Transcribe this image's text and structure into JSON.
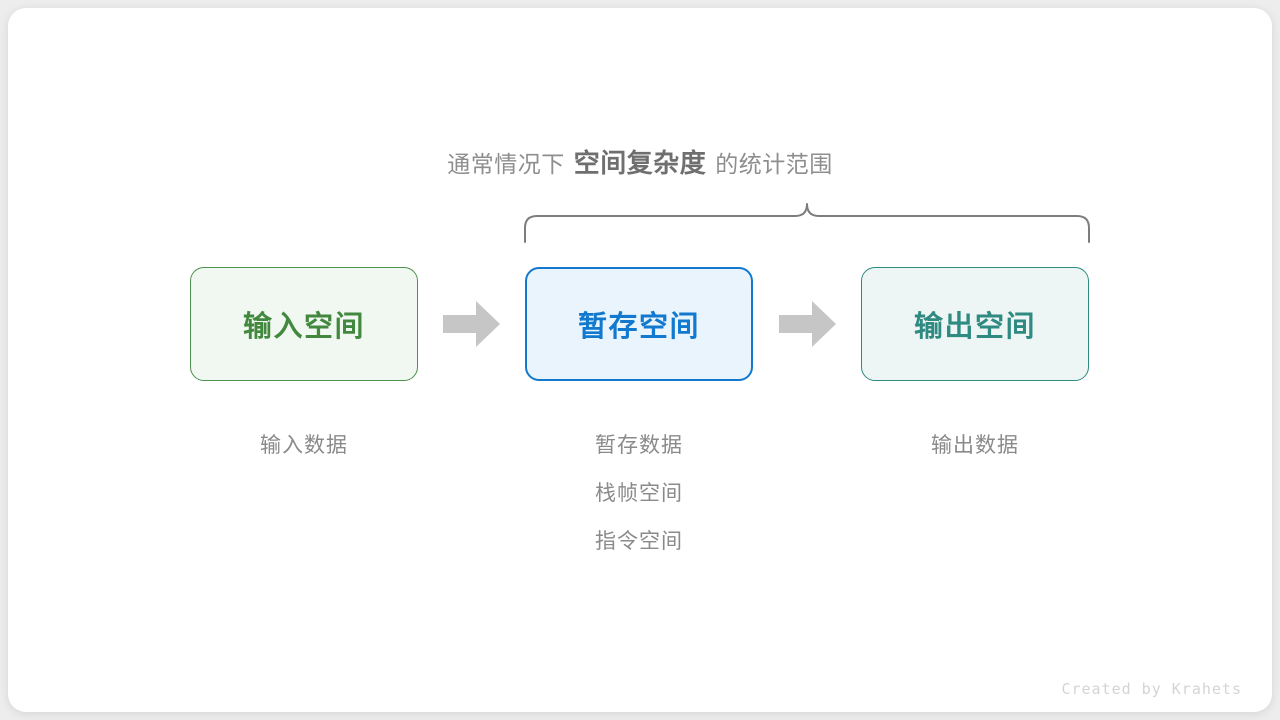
{
  "diagram": {
    "caption": {
      "prefix": "通常情况下",
      "emphasis": "空间复杂度",
      "suffix": "的统计范围"
    },
    "boxes": [
      {
        "id": "input-space",
        "title": "输入空间",
        "border_color": "#4f8f4f",
        "fill_color": "#f1f8f1",
        "text_color": "#42893f",
        "sublabels": [
          "输入数据"
        ]
      },
      {
        "id": "temp-space",
        "title": "暂存空间",
        "border_color": "#1279cf",
        "fill_color": "#e9f4fd",
        "text_color": "#1279cf",
        "sublabels": [
          "暂存数据",
          "栈帧空间",
          "指令空间"
        ]
      },
      {
        "id": "output-space",
        "title": "输出空间",
        "border_color": "#2f8a81",
        "fill_color": "#edf6f4",
        "text_color": "#2f8a81",
        "sublabels": [
          "输出数据"
        ]
      }
    ],
    "arrows": [
      {
        "id": "arrow-input-to-temp",
        "color": "#c6c6c6"
      },
      {
        "id": "arrow-temp-to-output",
        "color": "#c6c6c6"
      }
    ],
    "brace": {
      "id": "scope-brace",
      "color": "#7d7d7d",
      "spans": [
        "temp-space",
        "output-space"
      ]
    },
    "watermark": "Created by Krahets",
    "colors": {
      "page_background": "#ededed",
      "card_background": "#ffffff",
      "caption_regular": "#8e8e8e",
      "caption_emphasis": "#6f6f6f",
      "sublabel": "#8a8a8a",
      "watermark": "#d4d4d4"
    }
  }
}
